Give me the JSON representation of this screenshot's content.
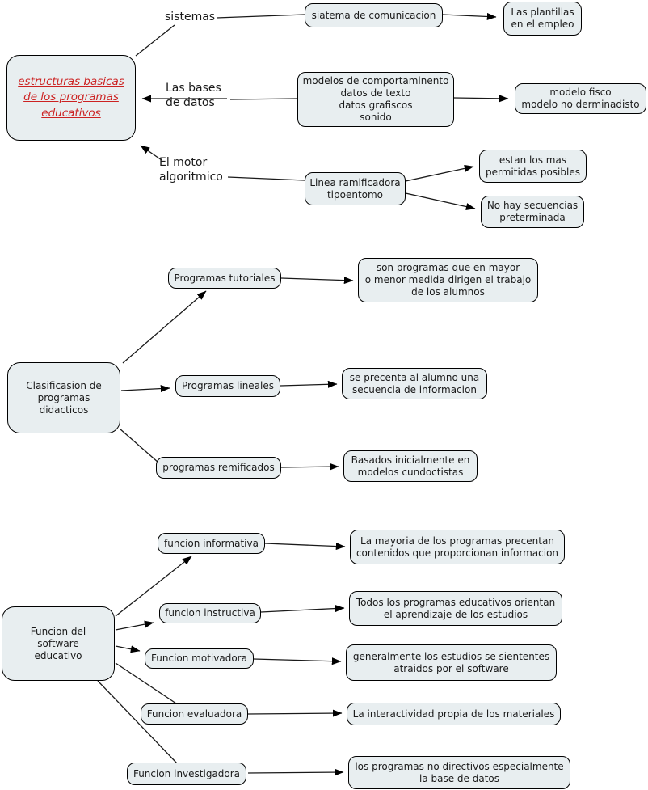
{
  "canvas": {
    "background": "#ffffff",
    "node_fill": "#e8eef0",
    "node_border": "#000000",
    "text_color": "#1a1a1a",
    "accent_red": "#cc2222"
  },
  "nodes": {
    "estructuras": {
      "label": "estructuras basicas\nde los programas\neducativos"
    },
    "sistemas": {
      "label": "sistemas"
    },
    "siatema": {
      "label": "siatema de comunicacion"
    },
    "plantillas": {
      "label": "Las plantillas\nen el empleo"
    },
    "bases": {
      "label": "Las bases\nde datos"
    },
    "modelos": {
      "label": "modelos de comportaminento\ndatos de texto\ndatos grafiscos\nsonido"
    },
    "modelofisco": {
      "label": "modelo fisco\nmodelo no derminadisto"
    },
    "motor": {
      "label": "El motor\nalgoritmico"
    },
    "linea": {
      "label": "Linea ramificadora\ntipoentomo"
    },
    "estan": {
      "label": "estan los mas\npermitidas posibles"
    },
    "nohay": {
      "label": "No hay secuencias\npreterminada"
    },
    "clasificasion": {
      "label": "Clasificasion de\nprogramas\ndidacticos"
    },
    "tutoriales": {
      "label": "Programas tutoriales"
    },
    "sonprogramas": {
      "label": "son programas que en mayor\no menor medida dirigen el trabajo\nde los alumnos"
    },
    "lineales": {
      "label": "Programas lineales"
    },
    "seprecenta": {
      "label": "se precenta al alumno una\nsecuencia de informacion"
    },
    "remificados": {
      "label": "programas remificados"
    },
    "basados": {
      "label": "Basados inicialmente en\nmodelos cundoctistas"
    },
    "funcionsw": {
      "label": "Funcion del\nsoftware\neducativo"
    },
    "informativa": {
      "label": "funcion informativa"
    },
    "lamayoria": {
      "label": "La mayoria de los programas precentan\ncontenidos que proporcionan informacion"
    },
    "instructiva": {
      "label": "funcion instructiva"
    },
    "todos": {
      "label": "Todos los programas educativos orientan\nel aprendizaje de los estudios"
    },
    "motivadora": {
      "label": "Funcion motivadora"
    },
    "generalmente": {
      "label": "generalmente los estudios se siententes\natraidos por el software"
    },
    "evaluadora": {
      "label": "Funcion evaluadora"
    },
    "interactividad": {
      "label": "La interactividad propia de los materiales"
    },
    "investigadora": {
      "label": "Funcion investigadora"
    },
    "losprogramas": {
      "label": "los programas no directivos especialmente\nla base de datos"
    }
  },
  "edges": [
    {
      "from": "estructuras",
      "to": "sistemas",
      "arrow": false
    },
    {
      "from": "sistemas",
      "to": "siatema",
      "arrow": false
    },
    {
      "from": "siatema",
      "to": "plantillas",
      "arrow": true
    },
    {
      "from": "bases",
      "to": "estructuras",
      "arrow": true
    },
    {
      "from": "bases",
      "to": "modelos",
      "arrow": false
    },
    {
      "from": "modelos",
      "to": "modelofisco",
      "arrow": true
    },
    {
      "from": "motor",
      "to": "estructuras",
      "arrow": true
    },
    {
      "from": "motor",
      "to": "linea",
      "arrow": false
    },
    {
      "from": "linea",
      "to": "estan",
      "arrow": true
    },
    {
      "from": "linea",
      "to": "nohay",
      "arrow": true
    },
    {
      "from": "clasificasion",
      "to": "tutoriales",
      "arrow": true
    },
    {
      "from": "clasificasion",
      "to": "lineales",
      "arrow": true
    },
    {
      "from": "clasificasion",
      "to": "remificados",
      "arrow": false
    },
    {
      "from": "tutoriales",
      "to": "sonprogramas",
      "arrow": true
    },
    {
      "from": "lineales",
      "to": "seprecenta",
      "arrow": true
    },
    {
      "from": "remificados",
      "to": "basados",
      "arrow": true
    },
    {
      "from": "funcionsw",
      "to": "informativa",
      "arrow": true
    },
    {
      "from": "funcionsw",
      "to": "instructiva",
      "arrow": true
    },
    {
      "from": "funcionsw",
      "to": "motivadora",
      "arrow": true
    },
    {
      "from": "funcionsw",
      "to": "evaluadora",
      "arrow": false
    },
    {
      "from": "funcionsw",
      "to": "investigadora",
      "arrow": false
    },
    {
      "from": "informativa",
      "to": "lamayoria",
      "arrow": true
    },
    {
      "from": "instructiva",
      "to": "todos",
      "arrow": true
    },
    {
      "from": "motivadora",
      "to": "generalmente",
      "arrow": true
    },
    {
      "from": "evaluadora",
      "to": "interactividad",
      "arrow": true
    },
    {
      "from": "investigadora",
      "to": "losprogramas",
      "arrow": true
    }
  ]
}
